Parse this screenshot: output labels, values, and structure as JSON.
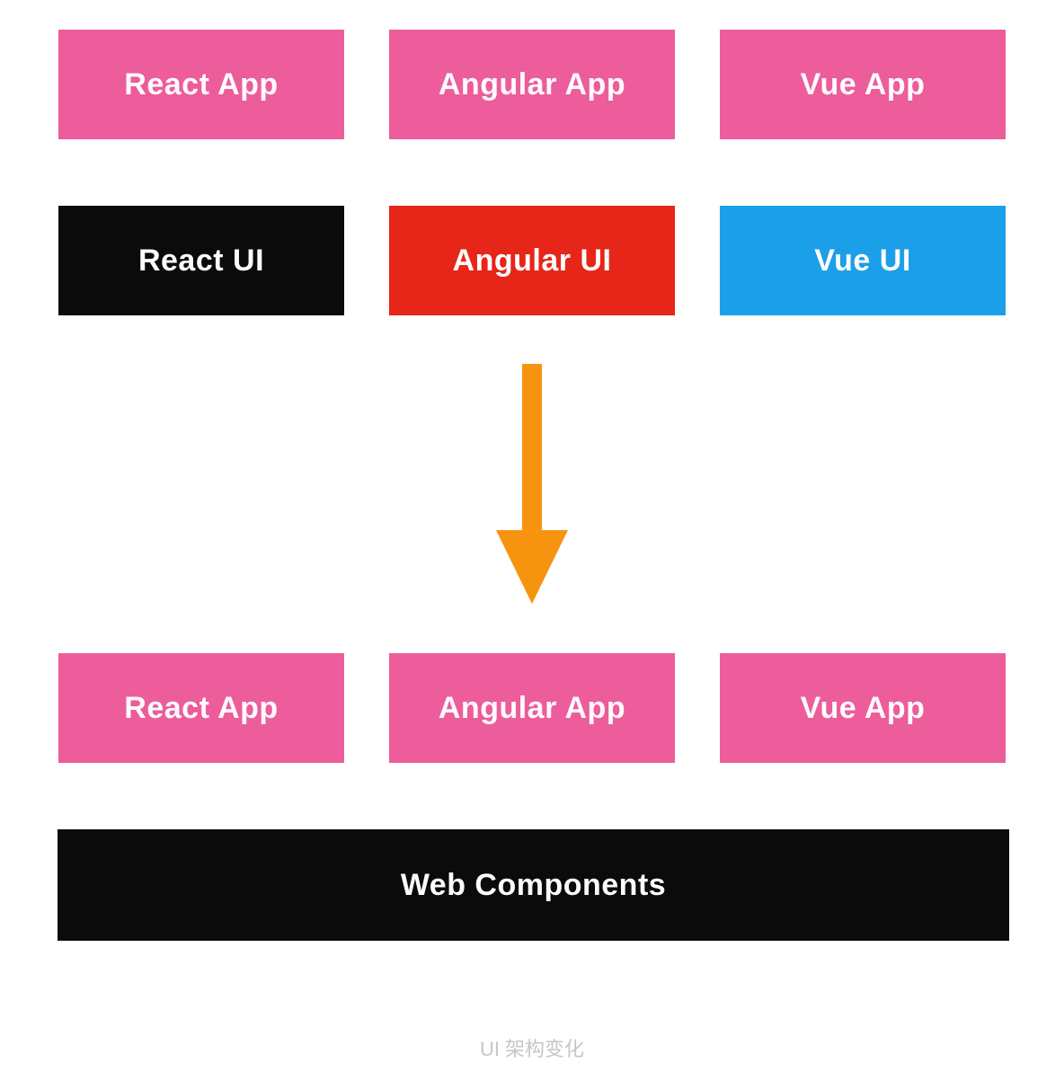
{
  "diagram": {
    "caption": "UI 架构变化",
    "colors": {
      "background": "#ffffff",
      "app_box_pink": "#ED5C9B",
      "react_ui_black": "#0b0b0b",
      "angular_ui_red": "#E62619",
      "vue_ui_blue": "#1B9FE8",
      "arrow_orange": "#F7940F",
      "box_label_text": "#fdfbfc",
      "caption_text": "#c6c6c9"
    },
    "rows": {
      "top_apps": [
        {
          "label": "React App"
        },
        {
          "label": "Angular App"
        },
        {
          "label": "Vue App"
        }
      ],
      "ui_libs": [
        {
          "label": "React UI"
        },
        {
          "label": "Angular UI"
        },
        {
          "label": "Vue UI"
        }
      ],
      "bottom_apps": [
        {
          "label": "React App"
        },
        {
          "label": "Angular App"
        },
        {
          "label": "Vue App"
        }
      ],
      "base": {
        "label": "Web Components"
      }
    },
    "arrow": {
      "name": "down-arrow",
      "direction": "down"
    }
  }
}
